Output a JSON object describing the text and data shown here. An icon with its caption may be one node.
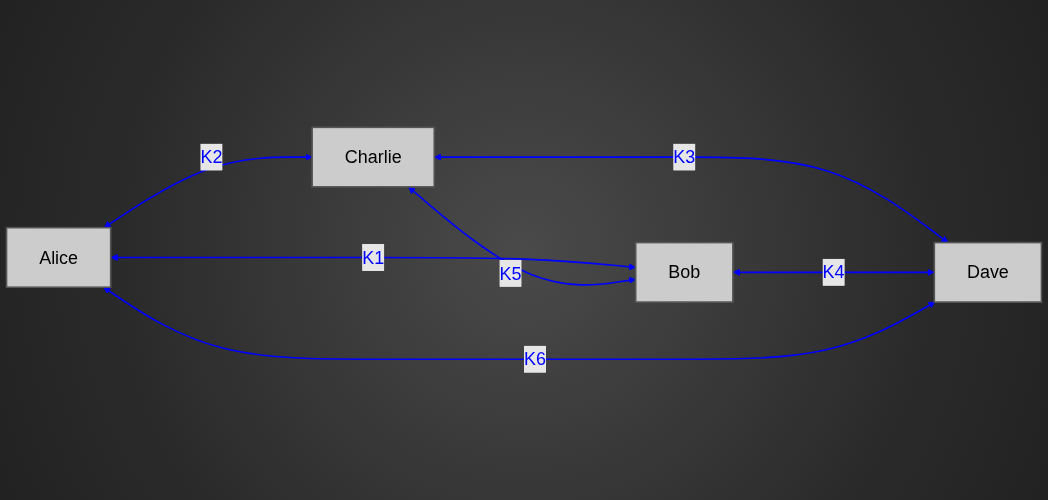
{
  "diagram": {
    "nodes": [
      {
        "text": [
          "Alice"
        ]
      },
      {
        "text": [
          "Bob"
        ]
      },
      {
        "text": [
          "Charlie"
        ]
      },
      {
        "text": [
          "Dave"
        ]
      }
    ],
    "edges": [
      {
        "from": 0,
        "to": 1,
        "arrow": "both",
        "label": "K1"
      },
      {
        "from": 0,
        "to": 2,
        "arrow": "both",
        "label": "K2"
      },
      {
        "from": 2,
        "to": 3,
        "arrow": "both",
        "label": "K3"
      },
      {
        "from": 1,
        "to": 3,
        "arrow": "both",
        "label": "K4"
      },
      {
        "from": 2,
        "to": 1,
        "arrow": "both",
        "label": "K5"
      },
      {
        "from": 0,
        "to": 3,
        "arrow": "both",
        "label": "K6"
      }
    ]
  }
}
